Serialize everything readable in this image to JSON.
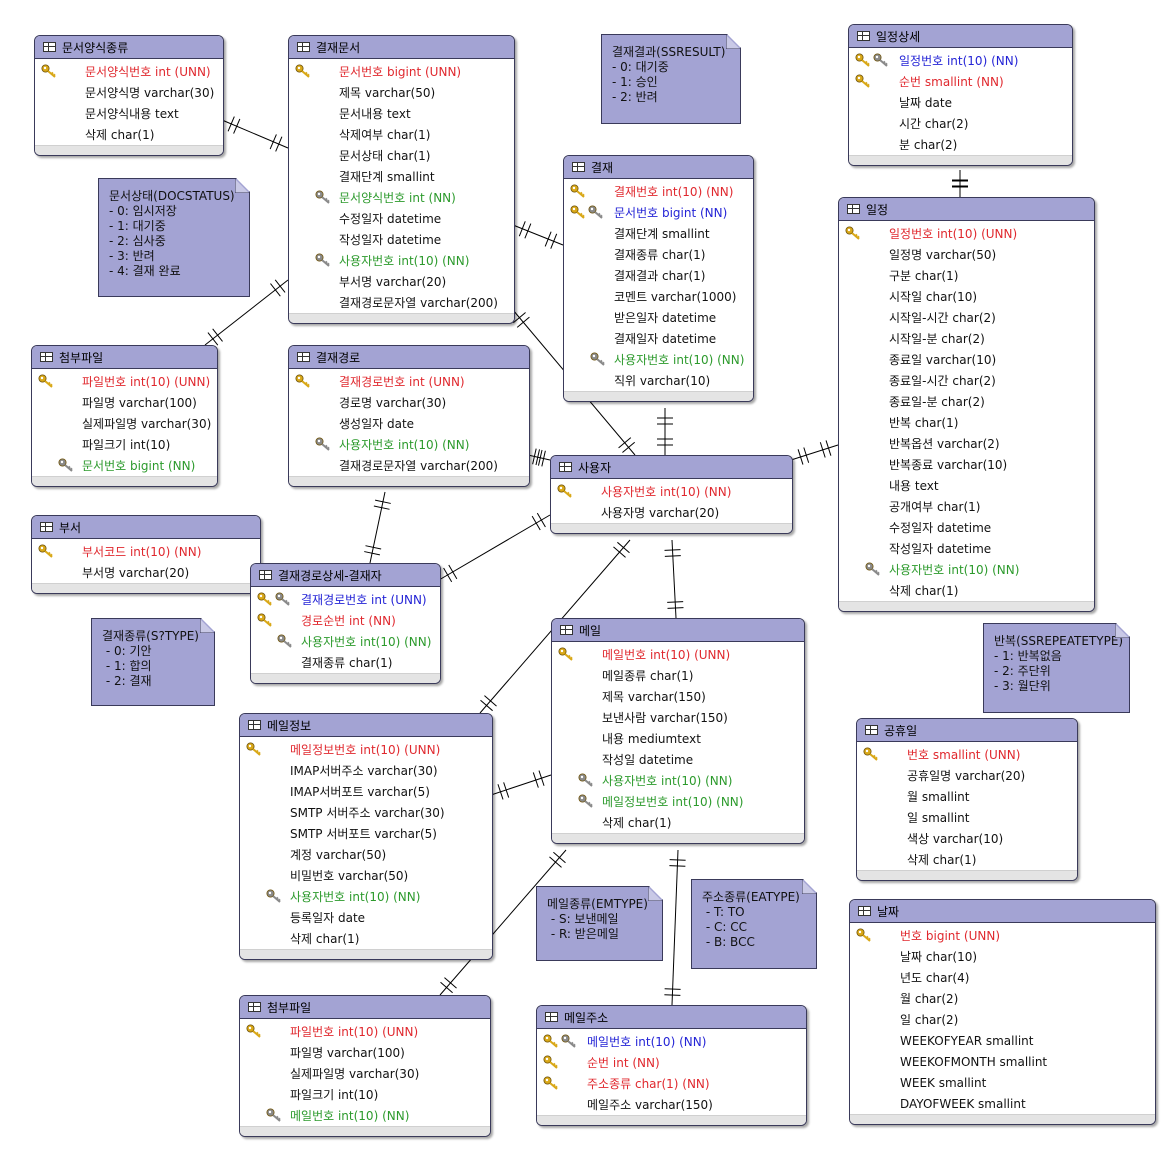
{
  "entities": [
    {
      "id": "doc_form_type",
      "title": "문서양식종류",
      "columns": [
        {
          "name": "문서양식번호 int (UNN)",
          "color": "red",
          "key": "pk"
        },
        {
          "name": "문서양식명 varchar(30)",
          "color": "black",
          "key": ""
        },
        {
          "name": "문서양식내용 text",
          "color": "black",
          "key": ""
        },
        {
          "name": "삭제 char(1)",
          "color": "black",
          "key": ""
        }
      ]
    },
    {
      "id": "approval_doc",
      "title": "결재문서",
      "columns": [
        {
          "name": "문서번호 bigint (UNN)",
          "color": "red",
          "key": "pk"
        },
        {
          "name": "제목 varchar(50)",
          "color": "black",
          "key": ""
        },
        {
          "name": "문서내용 text",
          "color": "black",
          "key": ""
        },
        {
          "name": "삭제여부 char(1)",
          "color": "black",
          "key": ""
        },
        {
          "name": "문서상태 char(1)",
          "color": "black",
          "key": ""
        },
        {
          "name": "결재단계 smallint",
          "color": "black",
          "key": ""
        },
        {
          "name": "문서양식번호 int (NN)",
          "color": "green",
          "key": "fk"
        },
        {
          "name": "수정일자 datetime",
          "color": "black",
          "key": ""
        },
        {
          "name": "작성일자 datetime",
          "color": "black",
          "key": ""
        },
        {
          "name": "사용자번호 int(10) (NN)",
          "color": "green",
          "key": "fk"
        },
        {
          "name": "부서명 varchar(20)",
          "color": "black",
          "key": ""
        },
        {
          "name": "결재경로문자열 varchar(200)",
          "color": "black",
          "key": ""
        }
      ]
    },
    {
      "id": "approval",
      "title": "결재",
      "columns": [
        {
          "name": "결재번호 int(10) (NN)",
          "color": "red",
          "key": "pk"
        },
        {
          "name": "문서번호 bigint (NN)",
          "color": "blue",
          "key": "pkfk"
        },
        {
          "name": "결재단계 smallint",
          "color": "black",
          "key": ""
        },
        {
          "name": "결재종류 char(1)",
          "color": "black",
          "key": ""
        },
        {
          "name": "결재결과 char(1)",
          "color": "black",
          "key": ""
        },
        {
          "name": "코멘트 varchar(1000)",
          "color": "black",
          "key": ""
        },
        {
          "name": "받은일자 datetime",
          "color": "black",
          "key": ""
        },
        {
          "name": "결재일자 datetime",
          "color": "black",
          "key": ""
        },
        {
          "name": "사용자번호 int(10) (NN)",
          "color": "green",
          "key": "fk"
        },
        {
          "name": "직위 varchar(10)",
          "color": "black",
          "key": ""
        }
      ]
    },
    {
      "id": "schedule_detail",
      "title": "일정상세",
      "columns": [
        {
          "name": "일정번호 int(10) (NN)",
          "color": "blue",
          "key": "pkfk"
        },
        {
          "name": "순번 smallint (NN)",
          "color": "red",
          "key": "pk"
        },
        {
          "name": "날짜 date",
          "color": "black",
          "key": ""
        },
        {
          "name": "시간 char(2)",
          "color": "black",
          "key": ""
        },
        {
          "name": "분 char(2)",
          "color": "black",
          "key": ""
        }
      ]
    },
    {
      "id": "schedule",
      "title": "일정",
      "columns": [
        {
          "name": "일정번호 int(10) (UNN)",
          "color": "red",
          "key": "pk"
        },
        {
          "name": "일정명 varchar(50)",
          "color": "black",
          "key": ""
        },
        {
          "name": "구분 char(1)",
          "color": "black",
          "key": ""
        },
        {
          "name": "시작일 char(10)",
          "color": "black",
          "key": ""
        },
        {
          "name": "시작일-시간 char(2)",
          "color": "black",
          "key": ""
        },
        {
          "name": "시작일-분 char(2)",
          "color": "black",
          "key": ""
        },
        {
          "name": "종료일 varchar(10)",
          "color": "black",
          "key": ""
        },
        {
          "name": "종료일-시간 char(2)",
          "color": "black",
          "key": ""
        },
        {
          "name": "종료일-분 char(2)",
          "color": "black",
          "key": ""
        },
        {
          "name": "반복 char(1)",
          "color": "black",
          "key": ""
        },
        {
          "name": "반복옵션 varchar(2)",
          "color": "black",
          "key": ""
        },
        {
          "name": "반복종료 varchar(10)",
          "color": "black",
          "key": ""
        },
        {
          "name": "내용 text",
          "color": "black",
          "key": ""
        },
        {
          "name": "공개여부 char(1)",
          "color": "black",
          "key": ""
        },
        {
          "name": "수정일자 datetime",
          "color": "black",
          "key": ""
        },
        {
          "name": "작성일자 datetime",
          "color": "black",
          "key": ""
        },
        {
          "name": "사용자번호 int(10) (NN)",
          "color": "green",
          "key": "fk"
        },
        {
          "name": "삭제 char(1)",
          "color": "black",
          "key": ""
        }
      ]
    },
    {
      "id": "attach_doc",
      "title": "첨부파일",
      "columns": [
        {
          "name": "파일번호 int(10) (UNN)",
          "color": "red",
          "key": "pk"
        },
        {
          "name": "파일명 varchar(100)",
          "color": "black",
          "key": ""
        },
        {
          "name": "실제파일명 varchar(30)",
          "color": "black",
          "key": ""
        },
        {
          "name": "파일크기 int(10)",
          "color": "black",
          "key": ""
        },
        {
          "name": "문서번호 bigint (NN)",
          "color": "green",
          "key": "fk"
        }
      ]
    },
    {
      "id": "approval_path",
      "title": "결재경로",
      "columns": [
        {
          "name": "결재경로번호 int (UNN)",
          "color": "red",
          "key": "pk"
        },
        {
          "name": "경로명 varchar(30)",
          "color": "black",
          "key": ""
        },
        {
          "name": "생성일자 date",
          "color": "black",
          "key": ""
        },
        {
          "name": "사용자번호 int(10) (NN)",
          "color": "green",
          "key": "fk"
        },
        {
          "name": "결재경로문자열 varchar(200)",
          "color": "black",
          "key": ""
        }
      ]
    },
    {
      "id": "user",
      "title": "사용자",
      "columns": [
        {
          "name": "사용자번호 int(10) (NN)",
          "color": "red",
          "key": "pk"
        },
        {
          "name": "사용자명 varchar(20)",
          "color": "black",
          "key": ""
        }
      ]
    },
    {
      "id": "dept",
      "title": "부서",
      "columns": [
        {
          "name": "부서코드 int(10) (NN)",
          "color": "red",
          "key": "pk"
        },
        {
          "name": "부서명 varchar(20)",
          "color": "black",
          "key": ""
        }
      ]
    },
    {
      "id": "path_detail",
      "title": "결재경로상세-결재자",
      "columns": [
        {
          "name": "결재경로번호 int (UNN)",
          "color": "blue",
          "key": "pkfk"
        },
        {
          "name": "경로순번 int (NN)",
          "color": "red",
          "key": "pk"
        },
        {
          "name": "사용자번호 int(10) (NN)",
          "color": "green",
          "key": "fk"
        },
        {
          "name": "결재종류 char(1)",
          "color": "black",
          "key": ""
        }
      ]
    },
    {
      "id": "mail",
      "title": "메일",
      "columns": [
        {
          "name": "메일번호 int(10) (UNN)",
          "color": "red",
          "key": "pk"
        },
        {
          "name": "메일종류 char(1)",
          "color": "black",
          "key": ""
        },
        {
          "name": "제목 varchar(150)",
          "color": "black",
          "key": ""
        },
        {
          "name": "보낸사람 varchar(150)",
          "color": "black",
          "key": ""
        },
        {
          "name": "내용 mediumtext",
          "color": "black",
          "key": ""
        },
        {
          "name": "작성일 datetime",
          "color": "black",
          "key": ""
        },
        {
          "name": "사용자번호 int(10) (NN)",
          "color": "green",
          "key": "fk"
        },
        {
          "name": "메일정보번호 int(10) (NN)",
          "color": "green",
          "key": "fk"
        },
        {
          "name": "삭제 char(1)",
          "color": "black",
          "key": ""
        }
      ]
    },
    {
      "id": "mail_info",
      "title": "메일정보",
      "columns": [
        {
          "name": "메일정보번호 int(10) (UNN)",
          "color": "red",
          "key": "pk"
        },
        {
          "name": "IMAP서버주소 varchar(30)",
          "color": "black",
          "key": ""
        },
        {
          "name": "IMAP서버포트 varchar(5)",
          "color": "black",
          "key": ""
        },
        {
          "name": "SMTP 서버주소 varchar(30)",
          "color": "black",
          "key": ""
        },
        {
          "name": "SMTP 서버포트 varchar(5)",
          "color": "black",
          "key": ""
        },
        {
          "name": "계정 varchar(50)",
          "color": "black",
          "key": ""
        },
        {
          "name": "비밀번호 varchar(50)",
          "color": "black",
          "key": ""
        },
        {
          "name": "사용자번호 int(10) (NN)",
          "color": "green",
          "key": "fk"
        },
        {
          "name": "등록일자 date",
          "color": "black",
          "key": ""
        },
        {
          "name": "삭제 char(1)",
          "color": "black",
          "key": ""
        }
      ]
    },
    {
      "id": "holiday",
      "title": "공휴일",
      "columns": [
        {
          "name": "번호 smallint (UNN)",
          "color": "red",
          "key": "pk"
        },
        {
          "name": "공휴일명 varchar(20)",
          "color": "black",
          "key": ""
        },
        {
          "name": "월 smallint",
          "color": "black",
          "key": ""
        },
        {
          "name": "일 smallint",
          "color": "black",
          "key": ""
        },
        {
          "name": "색상 varchar(10)",
          "color": "black",
          "key": ""
        },
        {
          "name": "삭제 char(1)",
          "color": "black",
          "key": ""
        }
      ]
    },
    {
      "id": "date_tbl",
      "title": "날짜",
      "columns": [
        {
          "name": "번호 bigint (UNN)",
          "color": "red",
          "key": "pk"
        },
        {
          "name": "날짜 char(10)",
          "color": "black",
          "key": ""
        },
        {
          "name": "년도 char(4)",
          "color": "black",
          "key": ""
        },
        {
          "name": "월 char(2)",
          "color": "black",
          "key": ""
        },
        {
          "name": "일 char(2)",
          "color": "black",
          "key": ""
        },
        {
          "name": "WEEKOFYEAR smallint",
          "color": "black",
          "key": ""
        },
        {
          "name": "WEEKOFMONTH smallint",
          "color": "black",
          "key": ""
        },
        {
          "name": "WEEK smallint",
          "color": "black",
          "key": ""
        },
        {
          "name": "DAYOFWEEK smallint",
          "color": "black",
          "key": ""
        }
      ]
    },
    {
      "id": "attach_mail",
      "title": "첨부파일",
      "columns": [
        {
          "name": "파일번호 int(10) (UNN)",
          "color": "red",
          "key": "pk"
        },
        {
          "name": "파일명 varchar(100)",
          "color": "black",
          "key": ""
        },
        {
          "name": "실제파일명 varchar(30)",
          "color": "black",
          "key": ""
        },
        {
          "name": "파일크기 int(10)",
          "color": "black",
          "key": ""
        },
        {
          "name": "메일번호 int(10) (NN)",
          "color": "green",
          "key": "fk"
        }
      ]
    },
    {
      "id": "mail_addr",
      "title": "메일주소",
      "columns": [
        {
          "name": "메일번호 int(10) (NN)",
          "color": "blue",
          "key": "pkfk"
        },
        {
          "name": "순번 int (NN)",
          "color": "red",
          "key": "pk"
        },
        {
          "name": "주소종류 char(1) (NN)",
          "color": "red",
          "key": "pk"
        },
        {
          "name": "메일주소 varchar(150)",
          "color": "black",
          "key": ""
        }
      ]
    }
  ],
  "notes": [
    {
      "id": "ssresult",
      "lines": [
        "결재결과(SSRESULT)",
        "- 0: 대기중",
        "- 1: 승인",
        "- 2: 반려"
      ]
    },
    {
      "id": "docstatus",
      "lines": [
        "문서상태(DOCSTATUS)",
        "- 0: 임시저장",
        "- 1: 대기중",
        "- 2: 심사중",
        "- 3: 반려",
        "- 4: 결재 완료"
      ]
    },
    {
      "id": "stype",
      "lines": [
        "결재종류(S?TYPE)",
        " - 0: 기안",
        " - 1: 합의",
        " - 2: 결재"
      ]
    },
    {
      "id": "ssrepeat",
      "lines": [
        "반복(SSREPEATETYPE)",
        "- 1: 반복없음",
        "- 2: 주단위",
        "- 3: 월단위"
      ]
    },
    {
      "id": "emtype",
      "lines": [
        "메일종류(EMTYPE)",
        " - S: 보낸메일",
        " - R: 받은메일"
      ]
    },
    {
      "id": "eatype",
      "lines": [
        "주소종류(EATYPE)",
        " - T: TO",
        " - C: CC",
        " - B: BCC"
      ]
    }
  ],
  "colors": {
    "header": "#a3a3d3",
    "border": "#3a3a5a",
    "pk_text": "#e0282e",
    "pkfk_text": "#2424d6",
    "fk_text": "#2c9a2c",
    "key_gold": "#d9a818",
    "key_gray": "#8a8a8a"
  }
}
